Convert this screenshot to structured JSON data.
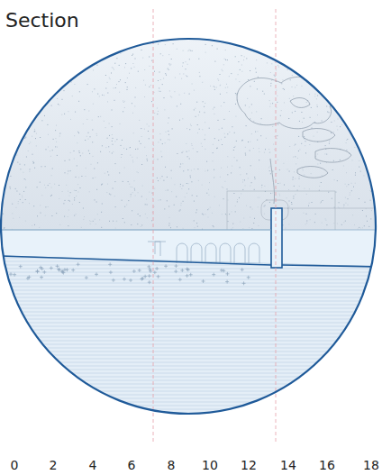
{
  "diagram": {
    "title": "Section",
    "labels": [
      "0",
      "2",
      "4",
      "6",
      "8",
      "10",
      "12",
      "14",
      "16",
      "18"
    ]
  }
}
